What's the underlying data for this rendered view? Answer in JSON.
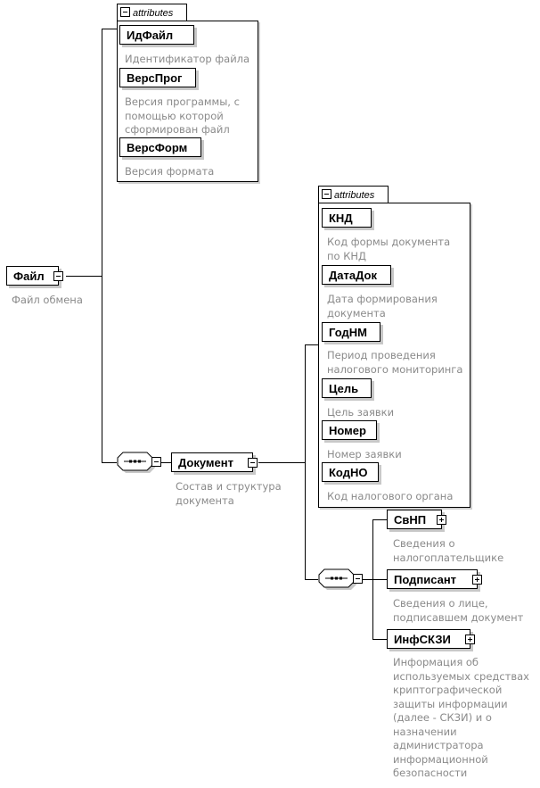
{
  "root": {
    "name": "Файл",
    "description": "Файл обмена",
    "attributes_label": "attributes",
    "attributes": [
      {
        "name": "ИдФайл",
        "description": [
          "Идентификатор файла"
        ]
      },
      {
        "name": "ВерсПрог",
        "description": [
          "Версия программы, с",
          "помощью которой",
          "сформирован файл"
        ]
      },
      {
        "name": "ВерсФорм",
        "description": [
          "Версия формата"
        ]
      }
    ],
    "children": [
      {
        "name": "Документ",
        "description": [
          "Состав и структура",
          "документа"
        ],
        "attributes_label": "attributes",
        "attributes": [
          {
            "name": "КНД",
            "description": [
              "Код формы документа",
              "по КНД"
            ]
          },
          {
            "name": "ДатаДок",
            "description": [
              "Дата формирования",
              "документа"
            ]
          },
          {
            "name": "ГодНМ",
            "description": [
              "Период проведения",
              "налогового мониторинга"
            ]
          },
          {
            "name": "Цель",
            "description": [
              "Цель заявки"
            ]
          },
          {
            "name": "Номер",
            "description": [
              "Номер заявки"
            ]
          },
          {
            "name": "КодНО",
            "description": [
              "Код налогового органа"
            ]
          }
        ],
        "children": [
          {
            "name": "СвНП",
            "description": [
              "Сведения о",
              "налогоплательщике"
            ],
            "expandable": true
          },
          {
            "name": "Подписант",
            "description": [
              "Сведения о лице,",
              "подписавшем документ"
            ],
            "expandable": true
          },
          {
            "name": "ИнфСКЗИ",
            "description": [
              "Информация об",
              "используемых средствах",
              "криптографической",
              "защиты информации",
              "(далее - СКЗИ) и о",
              "назначении",
              "администратора",
              "информационной",
              "безопасности"
            ],
            "expandable": true
          }
        ]
      }
    ]
  },
  "colors": {
    "line": "#000000",
    "description_text": "#8a8a8a",
    "shadow": "#c8c8c8"
  }
}
